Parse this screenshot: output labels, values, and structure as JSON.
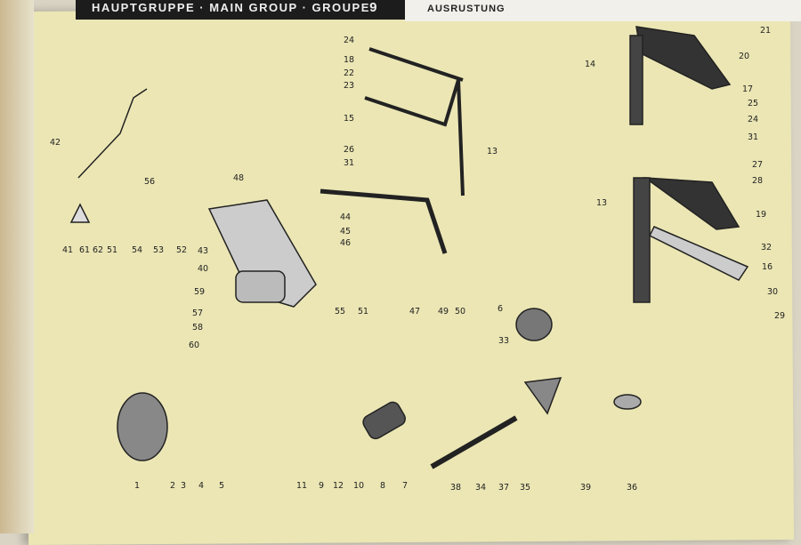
{
  "header": {
    "group_label": "HAUPTGRUPPE · MAIN GROUP · GROUPE",
    "group_number": "9",
    "section_label": "AUSRUSTUNG"
  },
  "part_labels": [
    "24",
    "18",
    "22",
    "23",
    "15",
    "26",
    "31",
    "13",
    "42",
    "56",
    "48",
    "44",
    "45",
    "46",
    "43",
    "40",
    "59",
    "57",
    "58",
    "60",
    "41",
    "61",
    "62",
    "51",
    "54",
    "53",
    "52",
    "55",
    "51",
    "47",
    "49",
    "50",
    "6",
    "33",
    "21",
    "20",
    "14",
    "17",
    "25",
    "24",
    "31",
    "27",
    "28",
    "13",
    "19",
    "32",
    "16",
    "30",
    "29",
    "1",
    "2",
    "3",
    "4",
    "5",
    "11",
    "9",
    "12",
    "10",
    "8",
    "7",
    "38",
    "34",
    "37",
    "35",
    "39",
    "36"
  ],
  "colors": {
    "paper": "#ebe6b4",
    "band": "#1c1c1c"
  }
}
